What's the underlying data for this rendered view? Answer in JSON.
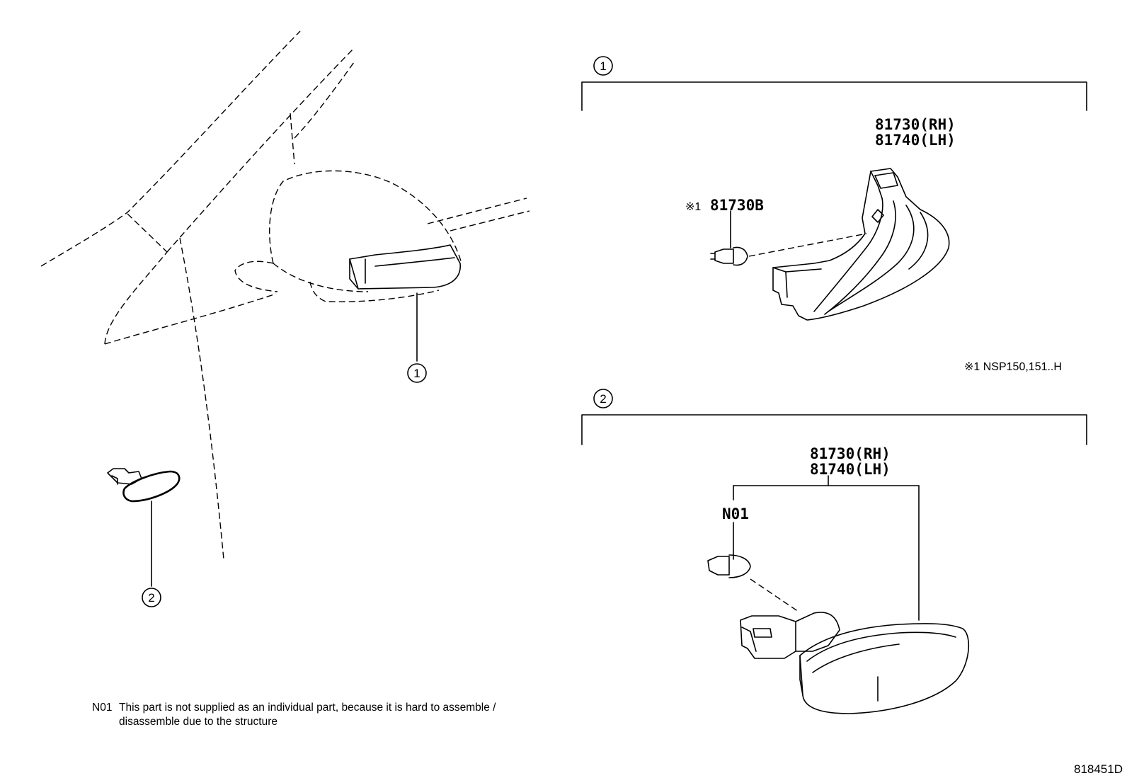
{
  "callouts": {
    "c1": "1",
    "c2": "2"
  },
  "group1": {
    "part_rh": "81730(RH)",
    "part_lh": "81740(LH)",
    "bulb_mark": "※1",
    "bulb_part": "81730B",
    "footnote": "※1 NSP150,151..H"
  },
  "group2": {
    "part_rh": "81730(RH)",
    "part_lh": "81740(LH)",
    "bulb_code": "N01"
  },
  "note": {
    "code": "N01",
    "line1": "This part is not supplied as an individual part, because it is hard to assemble /",
    "line2": "disassemble due to the structure"
  },
  "diagram_id": "818451D"
}
